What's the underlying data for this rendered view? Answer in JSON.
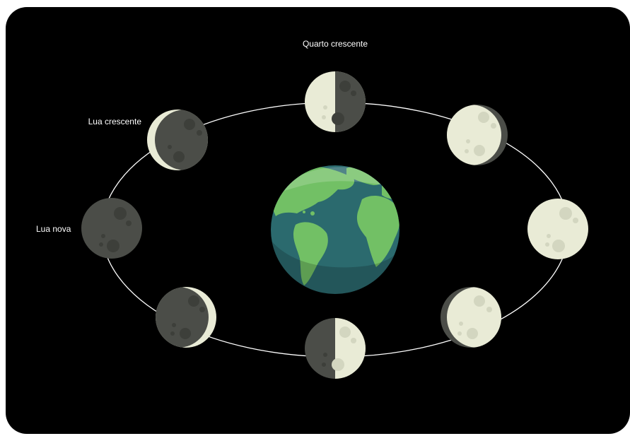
{
  "colors": {
    "background": "#000000",
    "orbit": "#ffffff",
    "moon_lit": "#e9ebd6",
    "moon_lit_crater": "#d3d6c0",
    "moon_dark": "#4b4d48",
    "moon_dark_crater": "#3d3f3a",
    "earth_ocean": "#2b6a6e",
    "earth_land": "#72c065"
  },
  "labels": {
    "first_quarter": "Quarto crescente",
    "waxing_crescent": "Lua crescente",
    "new_moon": "Lua nova"
  },
  "moons": [
    {
      "phase": "new-moon",
      "lit_fraction": 0.0
    },
    {
      "phase": "waxing-crescent",
      "lit_fraction": 0.15
    },
    {
      "phase": "first-quarter",
      "lit_fraction": 0.5
    },
    {
      "phase": "waxing-gibbous",
      "lit_fraction": 0.85
    },
    {
      "phase": "full-moon",
      "lit_fraction": 1.0
    },
    {
      "phase": "waning-gibbous",
      "lit_fraction": 0.85
    },
    {
      "phase": "last-quarter",
      "lit_fraction": 0.5
    },
    {
      "phase": "waning-crescent",
      "lit_fraction": 0.15
    }
  ]
}
